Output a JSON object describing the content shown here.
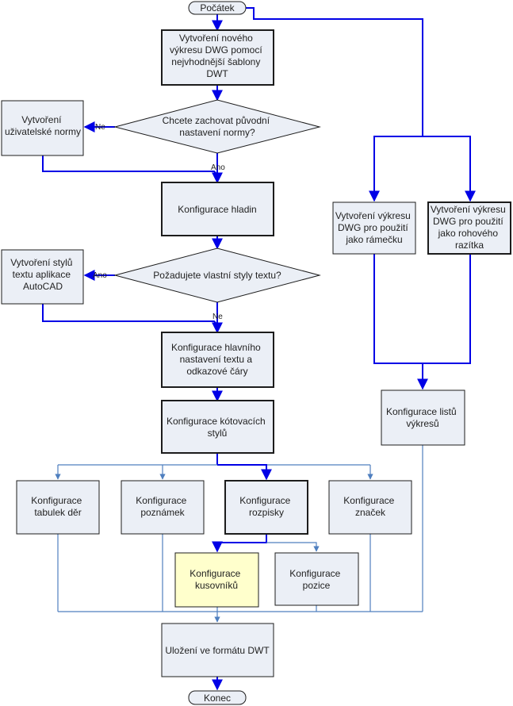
{
  "colors": {
    "box_fill": "#ebeff6",
    "box_stroke": "#1c1c1c",
    "highlight_fill": "#ffffcc",
    "arrow_strong": "#0000e6",
    "arrow_light": "#4f7fbf"
  },
  "nodes": {
    "start": "Počátek",
    "new_drawing": [
      "Vytvoření nového",
      "výkresu DWG pomocí",
      "nejvhodnější šablony",
      "DWT"
    ],
    "q_keep_norm": [
      "Chcete zachovat původní",
      "nastavení normy?"
    ],
    "user_norm": [
      "Vytvoření",
      "uživatelské normy"
    ],
    "layers": [
      "Konfigurace hladin"
    ],
    "q_text_styles": [
      "Požadujete vlastní styly textu?"
    ],
    "autocad_styles": [
      "Vytvoření stylů",
      "textu aplikace",
      "AutoCAD"
    ],
    "main_text": [
      "Konfigurace hlavního",
      "nastavení textu a",
      "odkazové čáry"
    ],
    "dim_styles": [
      "Konfigurace kótovacích",
      "stylů"
    ],
    "hole_tables": [
      "Konfigurace",
      "tabulek děr"
    ],
    "notes": [
      "Konfigurace",
      "poznámek"
    ],
    "parts_list": [
      "Konfigurace",
      "rozpisky"
    ],
    "symbols": [
      "Konfigurace",
      "značek"
    ],
    "bom": [
      "Konfigurace",
      "kusovníků"
    ],
    "balloons": [
      "Konfigurace",
      "pozice"
    ],
    "frame": [
      "Vytvoření výkresu",
      "DWG pro použití",
      "jako rámečku"
    ],
    "title_block": [
      "Vytvoření výkresu",
      "DWG pro použití",
      "jako rohového",
      "razítka"
    ],
    "sheets": [
      "Konfigurace listů",
      "výkresů"
    ],
    "save": [
      "Uložení ve formátu DWT"
    ],
    "end": "Konec"
  },
  "edge_labels": {
    "q1_no": "Ne",
    "q1_yes": "Ano",
    "q2_yes": "Ano",
    "q2_no": "Ne"
  }
}
